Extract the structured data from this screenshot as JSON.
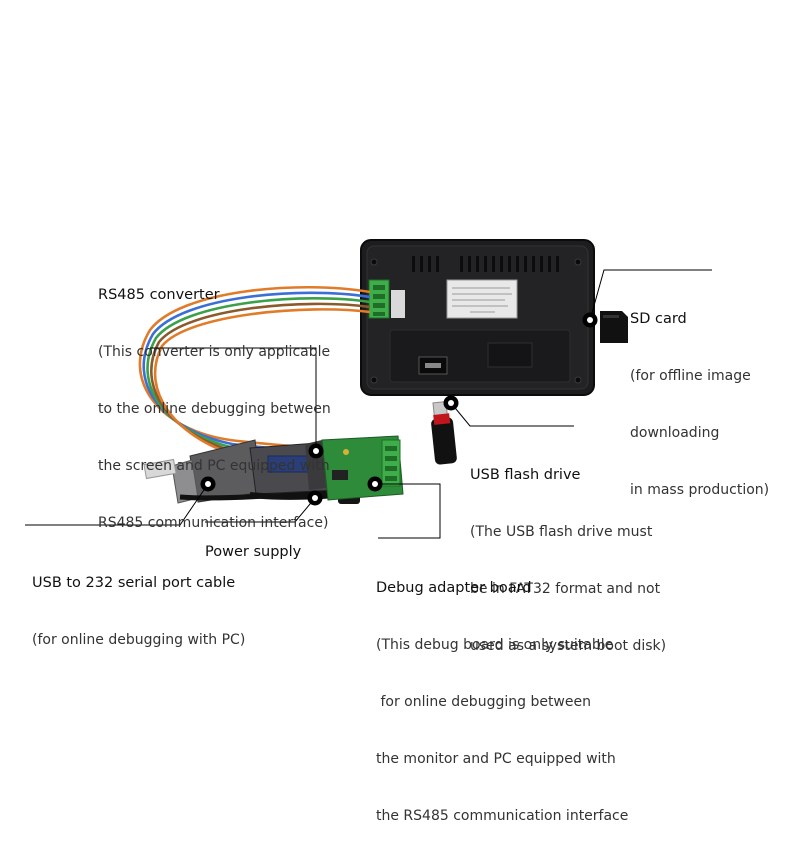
{
  "callouts": {
    "rs485": {
      "title": "RS485 converter",
      "lines": [
        "(This converter is only applicable",
        "to the online debugging between",
        "the screen and PC equipped with",
        "RS485 communication interface)"
      ]
    },
    "sd": {
      "title": "SD card",
      "lines": [
        "(for offline image",
        "downloading",
        "in mass production)"
      ]
    },
    "usb_drive": {
      "title": "USB flash drive",
      "lines": [
        "(The USB flash drive must",
        "be in FAT32 format and not",
        "used as a system boot disk)"
      ]
    },
    "power": {
      "title": "Power supply"
    },
    "usb232": {
      "title": "USB to 232 serial port cable",
      "lines": [
        "(for online debugging with PC)"
      ]
    },
    "debug": {
      "title": "Debug adapter board",
      "lines": [
        "(This debug board is only suitable",
        " for online debugging between",
        "the monitor and PC equipped with",
        "the RS485 communication interface"
      ]
    }
  },
  "colors": {
    "device": "#1d1d1f",
    "board": "#2e8b3a",
    "terminal": "#3fae4a",
    "wire_orange": "#e07b2a",
    "wire_blue": "#3b6fd6",
    "wire_green": "#3aa04a",
    "wire_brown": "#8a5a2b",
    "marker": "#000000",
    "leader": "#000000"
  }
}
